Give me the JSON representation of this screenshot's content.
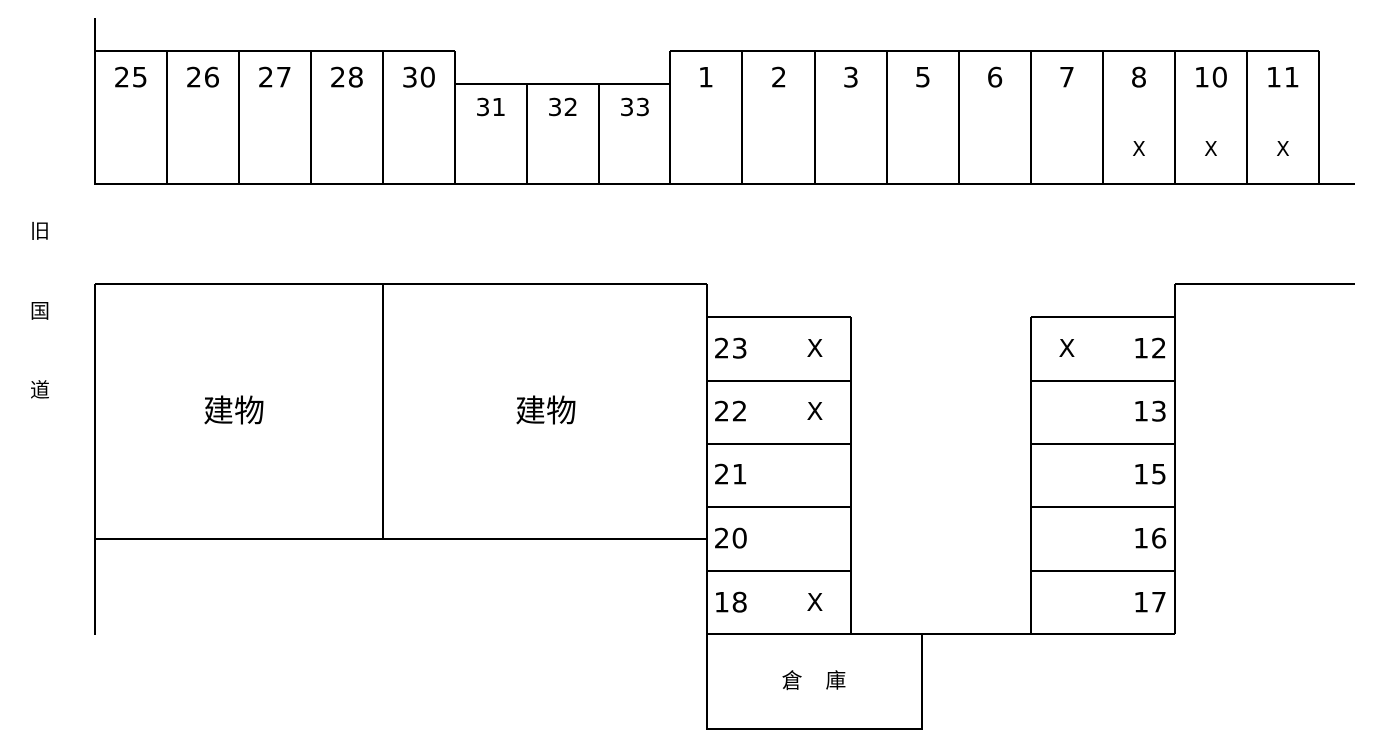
{
  "road_label": [
    "旧",
    "国",
    "道"
  ],
  "buildings": [
    "建物",
    "建物"
  ],
  "storage_label": "倉 庫",
  "top_row_left": [
    "25",
    "26",
    "27",
    "28",
    "30"
  ],
  "top_row_short": [
    "31",
    "32",
    "33"
  ],
  "top_row_right": [
    {
      "num": "1",
      "mark": ""
    },
    {
      "num": "2",
      "mark": ""
    },
    {
      "num": "3",
      "mark": ""
    },
    {
      "num": "5",
      "mark": ""
    },
    {
      "num": "6",
      "mark": ""
    },
    {
      "num": "7",
      "mark": ""
    },
    {
      "num": "8",
      "mark": "X"
    },
    {
      "num": "10",
      "mark": "X"
    },
    {
      "num": "11",
      "mark": "X"
    }
  ],
  "center_left_column": [
    {
      "num": "23",
      "mark": "X"
    },
    {
      "num": "22",
      "mark": "X"
    },
    {
      "num": "21",
      "mark": ""
    },
    {
      "num": "20",
      "mark": ""
    },
    {
      "num": "18",
      "mark": "X"
    }
  ],
  "center_right_column": [
    {
      "num": "12",
      "mark": "X"
    },
    {
      "num": "13",
      "mark": ""
    },
    {
      "num": "15",
      "mark": ""
    },
    {
      "num": "16",
      "mark": ""
    },
    {
      "num": "17",
      "mark": ""
    }
  ]
}
